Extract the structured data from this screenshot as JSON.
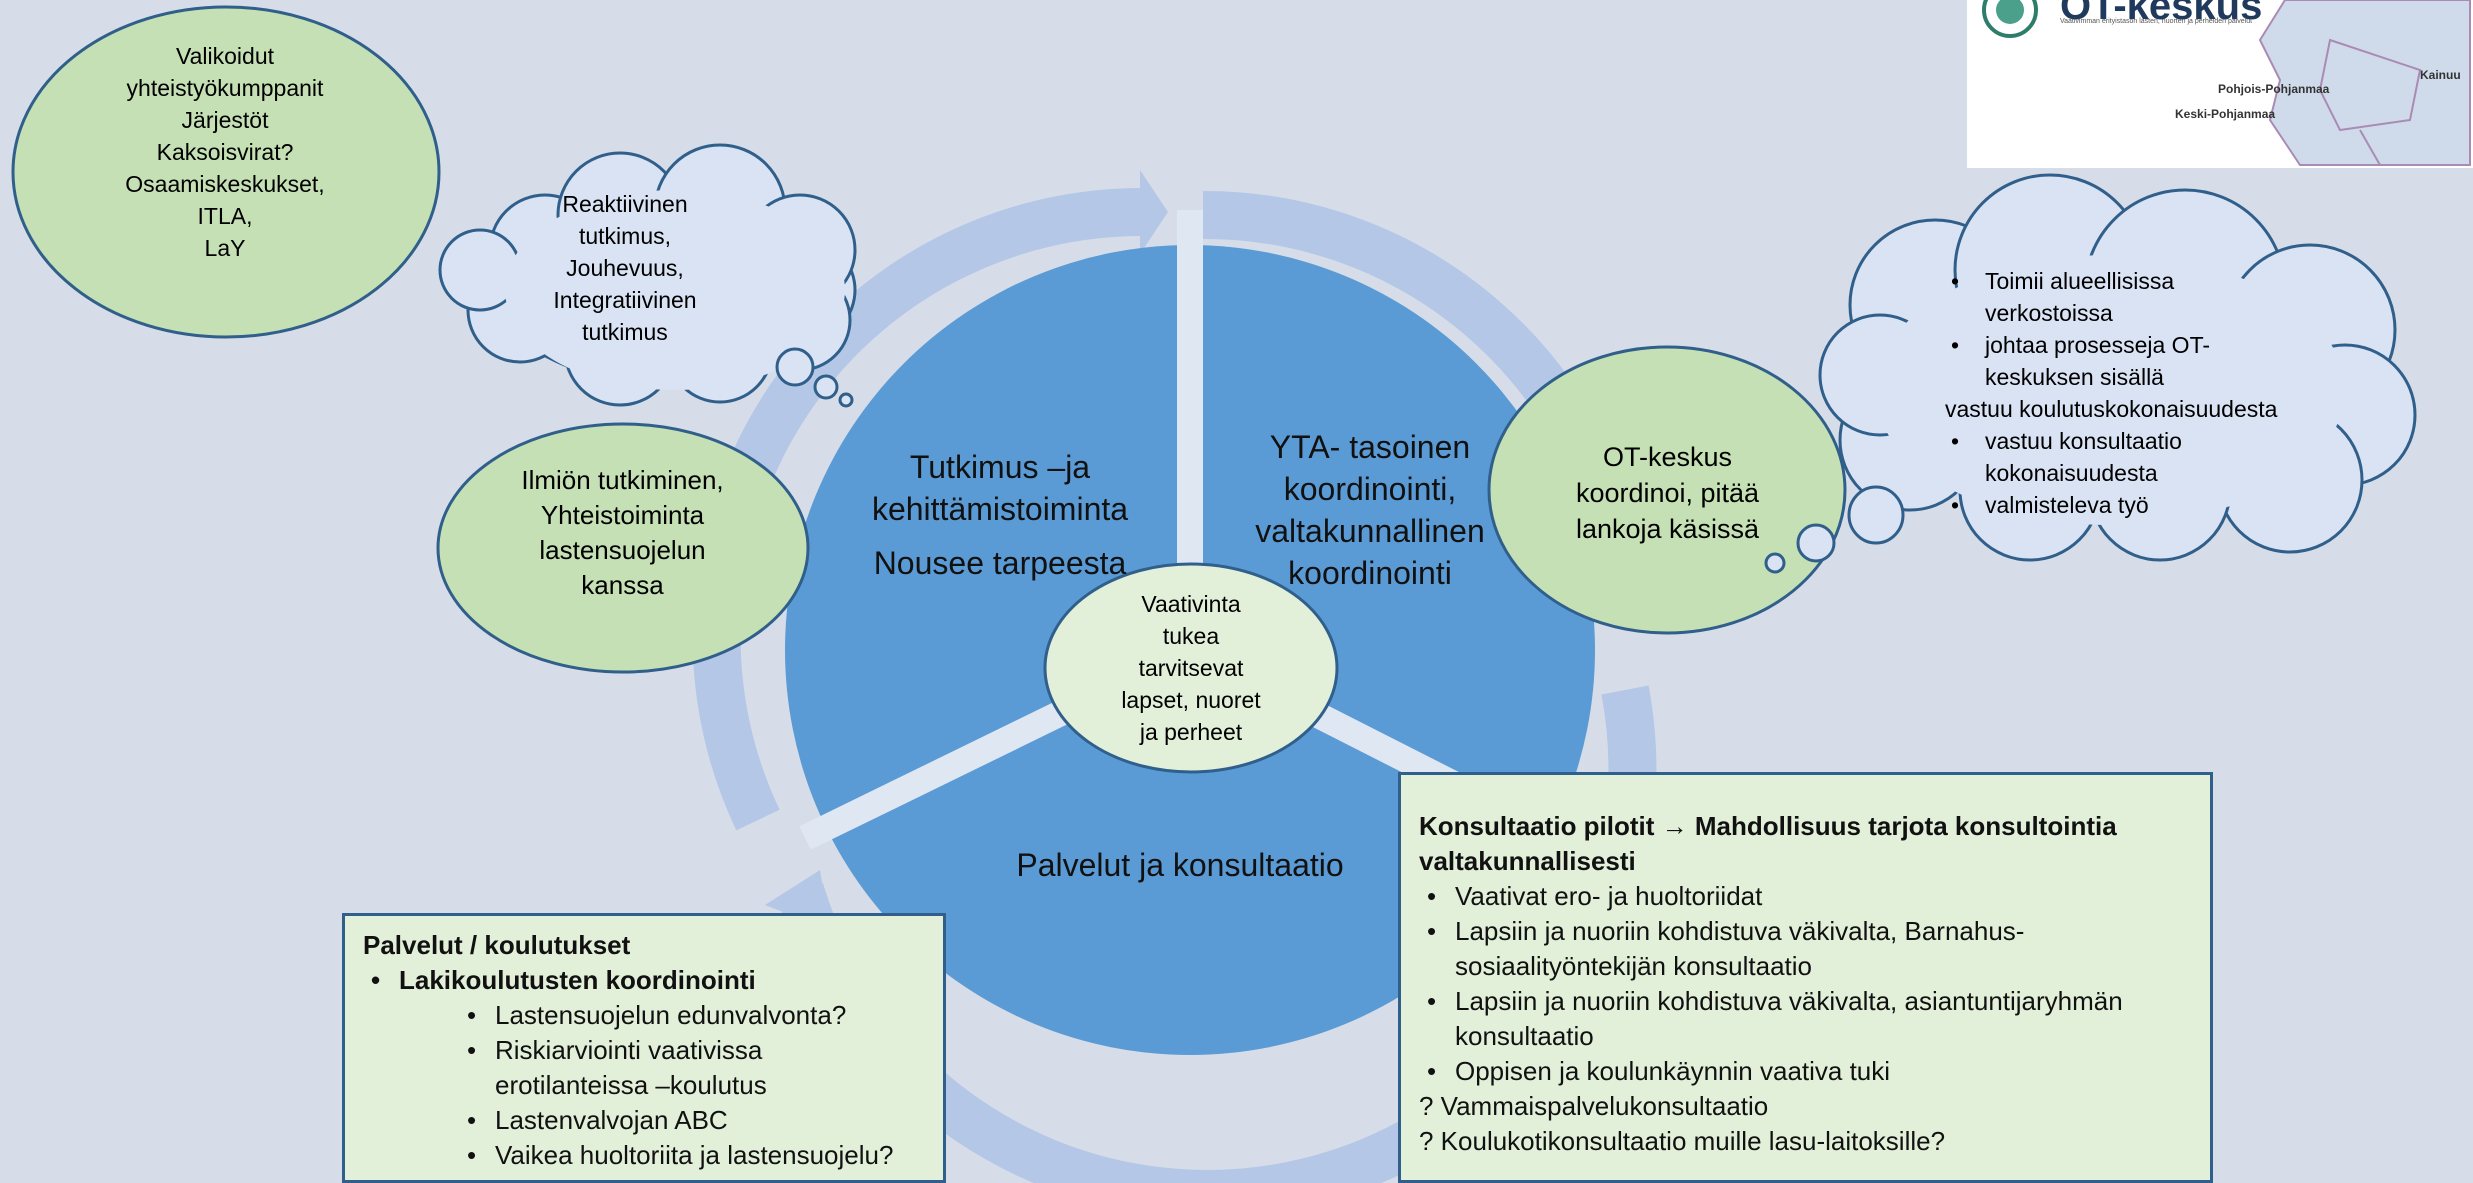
{
  "segments": {
    "research": [
      "Tutkimus –ja",
      "kehittämistoiminta"
    ],
    "research_sub": "Nousee tarpeesta",
    "coordination": [
      "YTA- tasoinen",
      "koordinointi,",
      "valtakunnallinen",
      "koordinointi"
    ],
    "services": "Palvelut ja konsultaatio"
  },
  "center": [
    "Vaativinta",
    "tukea",
    "tarvitsevat",
    "lapset, nuoret",
    "ja perheet"
  ],
  "partners_bubble": [
    "Valikoidut",
    "yhteistyökumppanit",
    "Järjestöt",
    "Kaksoisvirat?",
    "Osaamiskeskukset,",
    "ITLA,",
    "LaY"
  ],
  "research_cloud": [
    "Reaktiivinen",
    "tutkimus,",
    "Jouhevuus,",
    "Integratiivinen",
    "tutkimus"
  ],
  "phenomenon_bubble": [
    "Ilmiön tutkiminen,",
    "Yhteistoiminta",
    "lastensuojelun",
    "kanssa"
  ],
  "ot_bubble": [
    "OT-keskus",
    "koordinoi, pitää",
    "lankoja käsissä"
  ],
  "ot_cloud": {
    "b1": [
      "Toimii alueellisissa",
      "verkostoissa"
    ],
    "b2": [
      "johtaa prosesseja OT-",
      "keskuksen sisällä"
    ],
    "plain": "vastuu koulutuskokonaisuudesta",
    "b3": [
      "vastuu konsultaatio",
      "kokonaisuudesta"
    ],
    "b4": "valmisteleva työ"
  },
  "services_box": {
    "title": "Palvelut / koulutukset",
    "main_item": "Lakikoulutusten koordinointi",
    "sub_items": [
      "Lastensuojelun edunvalvonta?",
      "Riskiarviointi vaativissa erotilanteissa –koulutus",
      "Lastenvalvojan ABC",
      "Vaikea huoltoriita ja lastensuojelu?"
    ]
  },
  "consult_box": {
    "title": "Konsultaatio pilotit → Mahdollisuus tarjota konsultointia valtakunnallisesti",
    "items": [
      "Vaativat ero- ja huoltoriidat",
      "Lapsiin ja nuoriin kohdistuva väkivalta, Barnahus-sosiaalityöntekijän konsultaatio",
      "Lapsiin ja nuoriin kohdistuva väkivalta, asiantuntijaryhmän konsultaatio",
      "Oppisen ja koulunkäynnin vaativa tuki"
    ],
    "question_items": [
      "? Vammaispalvelukonsultaatio",
      "? Koulukotikonsultaatio muille lasu-laitoksille?"
    ]
  },
  "logo": {
    "title": "OT-keskus",
    "subtitle": "Vaativimman erityistason lasten, nuorten ja perheiden palvelut",
    "regions": [
      "Kainuu",
      "Pohjois-Pohjanmaa",
      "Keski-Pohjanmaa"
    ]
  },
  "colors": {
    "background": "#d6dde8",
    "circle_main": "#5b9bd5",
    "ring": "#b4c7e7",
    "green_bubble": "#c5e0b4",
    "cloud_fill": "#dae3f3",
    "outline": "#2f5f8a",
    "box_fill": "#e2efd9"
  }
}
